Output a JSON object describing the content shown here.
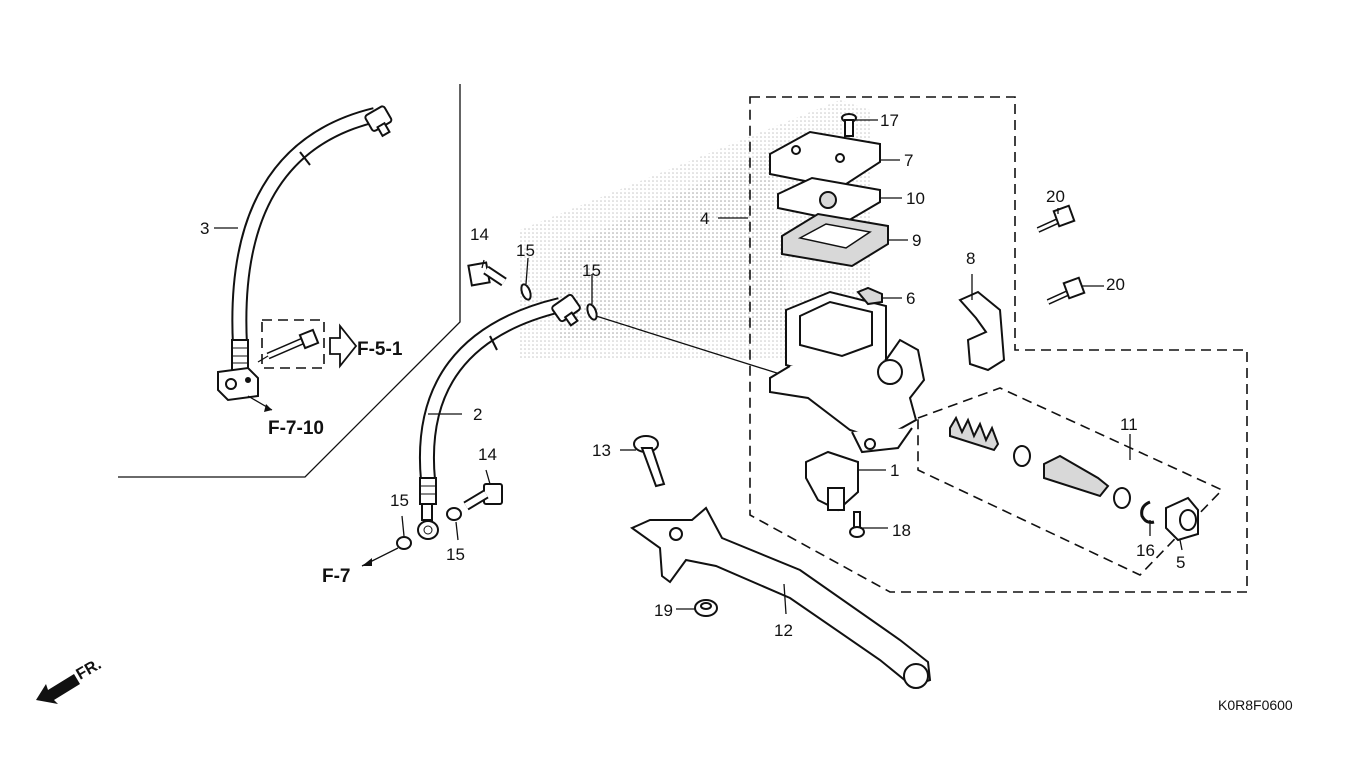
{
  "diagram_code": "K0R8F0600",
  "front_indicator": "FR.",
  "references": {
    "f51": "F-5-1",
    "f710": "F-7-10",
    "f7": "F-7"
  },
  "callouts": {
    "c1": "1",
    "c2": "2",
    "c3": "3",
    "c4": "4",
    "c5": "5",
    "c6": "6",
    "c7": "7",
    "c8": "8",
    "c9": "9",
    "c10": "10",
    "c11": "11",
    "c12": "12",
    "c13": "13",
    "c14a": "14",
    "c14b": "14",
    "c15a": "15",
    "c15b": "15",
    "c15c": "15",
    "c15d": "15",
    "c16": "16",
    "c17": "17",
    "c18": "18",
    "c19": "19",
    "c20a": "20",
    "c20b": "20"
  }
}
